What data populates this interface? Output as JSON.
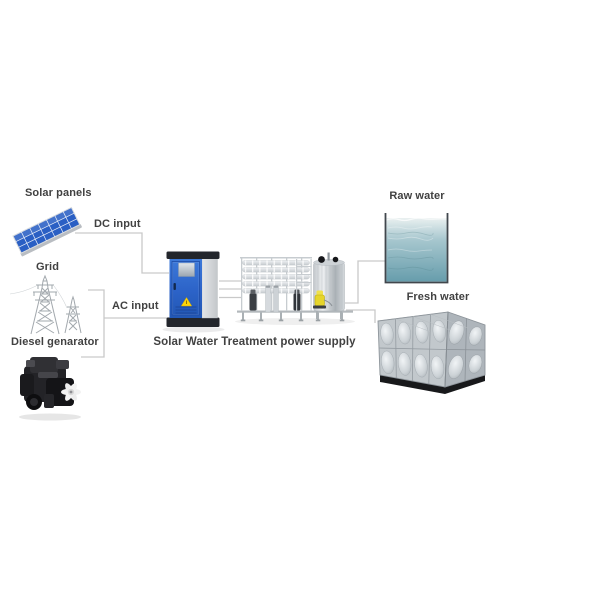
{
  "page": {
    "background": "#ffffff"
  },
  "diagram": {
    "caption": "Solar Water Treatment power supply",
    "sources": [
      {
        "id": "solar",
        "label": "Solar panels",
        "icon": "solar-panel-icon"
      },
      {
        "id": "grid",
        "label": "Grid",
        "icon": "transmission-tower-icon"
      },
      {
        "id": "diesel",
        "label": "Diesel genarator",
        "icon": "diesel-engine-icon"
      }
    ],
    "inputs": [
      {
        "id": "dc",
        "label": "DC input"
      },
      {
        "id": "ac",
        "label": "AC input"
      }
    ],
    "outputs": [
      {
        "id": "raw",
        "label": "Raw water",
        "icon": "open-water-tank-icon"
      },
      {
        "id": "fresh",
        "label": "Fresh water",
        "icon": "stainless-water-tank-icon"
      }
    ],
    "equipment": {
      "power_supply_icon": "power-cabinet-icon",
      "treatment_icon": "ro-treatment-skid-icon"
    },
    "colors": {
      "connector": "#c9c9c9",
      "text": "#414141",
      "cabinet_blue": "#2f6bd0",
      "warning_yellow": "#ffd60a",
      "water_teal": "#689ead",
      "steel": "#c4c9cd"
    }
  }
}
